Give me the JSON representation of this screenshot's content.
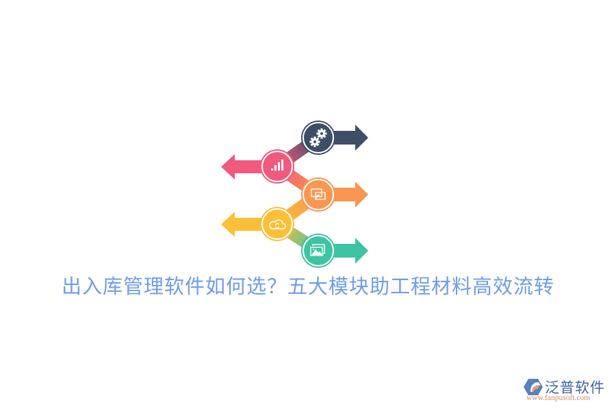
{
  "title": "出入库管理软件如何选？五大模块助工程材料高效流转",
  "colors": {
    "title": "#6f9de8",
    "step1": "#3f4e66",
    "step2": "#ef5a7e",
    "step3": "#f99650",
    "step4": "#fbbf38",
    "step5": "#3ec4a2"
  },
  "steps": [
    {
      "index": 1,
      "icon": "gears-icon",
      "direction": "right",
      "color": "#3f4e66"
    },
    {
      "index": 2,
      "icon": "bar-chart-icon",
      "direction": "left",
      "color": "#ef5a7e"
    },
    {
      "index": 3,
      "icon": "screen-cast-icon",
      "direction": "right",
      "color": "#f99650"
    },
    {
      "index": 4,
      "icon": "cloud-sync-icon",
      "direction": "left",
      "color": "#fbbf38"
    },
    {
      "index": 5,
      "icon": "image-gallery-icon",
      "direction": "right",
      "color": "#3ec4a2"
    }
  ],
  "logo": {
    "name": "泛普软件",
    "url": "www.fanpusoft.com"
  }
}
